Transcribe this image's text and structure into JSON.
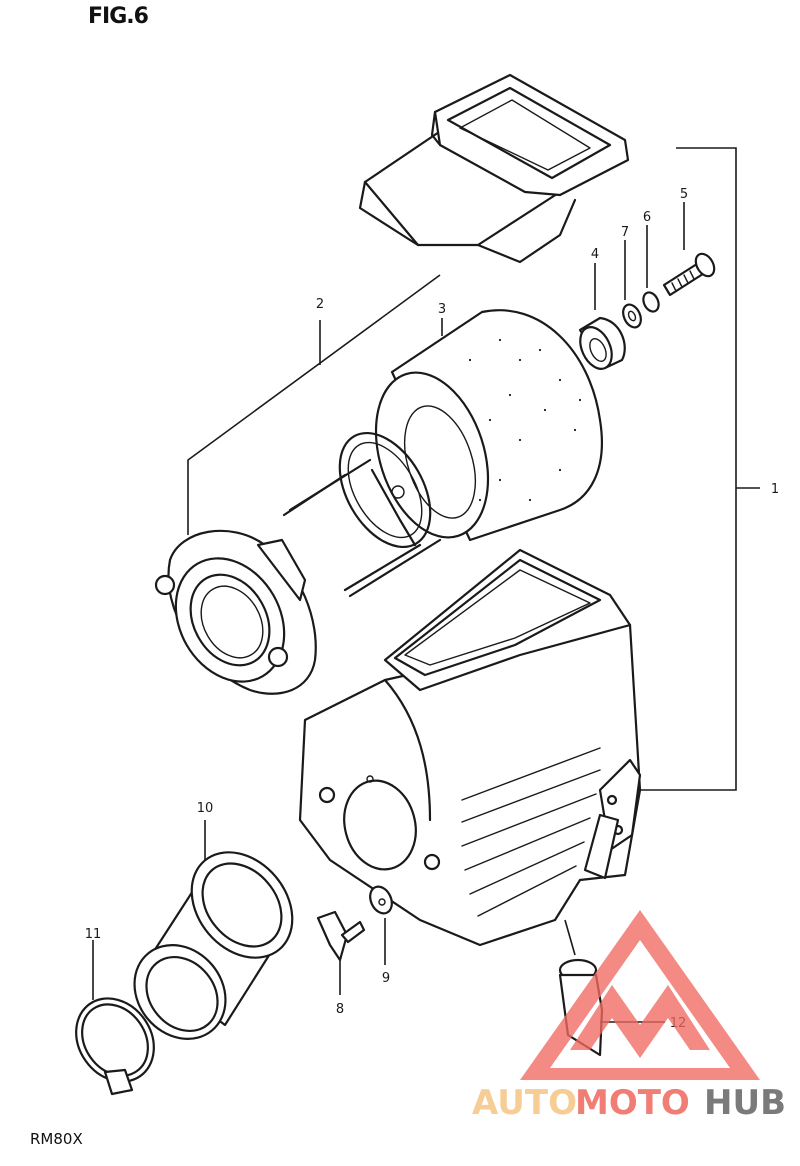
{
  "figure": {
    "title": "FIG.6",
    "model": "RM80X"
  },
  "callouts": [
    "1",
    "2",
    "3",
    "4",
    "5",
    "6",
    "7",
    "8",
    "9",
    "10",
    "11",
    "12"
  ],
  "watermark": {
    "part1": "AUTO",
    "part2": "MOTO",
    "part3": "HUB",
    "colors": {
      "auto": "#f4c078",
      "moto": "#ee5a4e",
      "hub": "#555555",
      "logo": "#f06a62"
    }
  }
}
